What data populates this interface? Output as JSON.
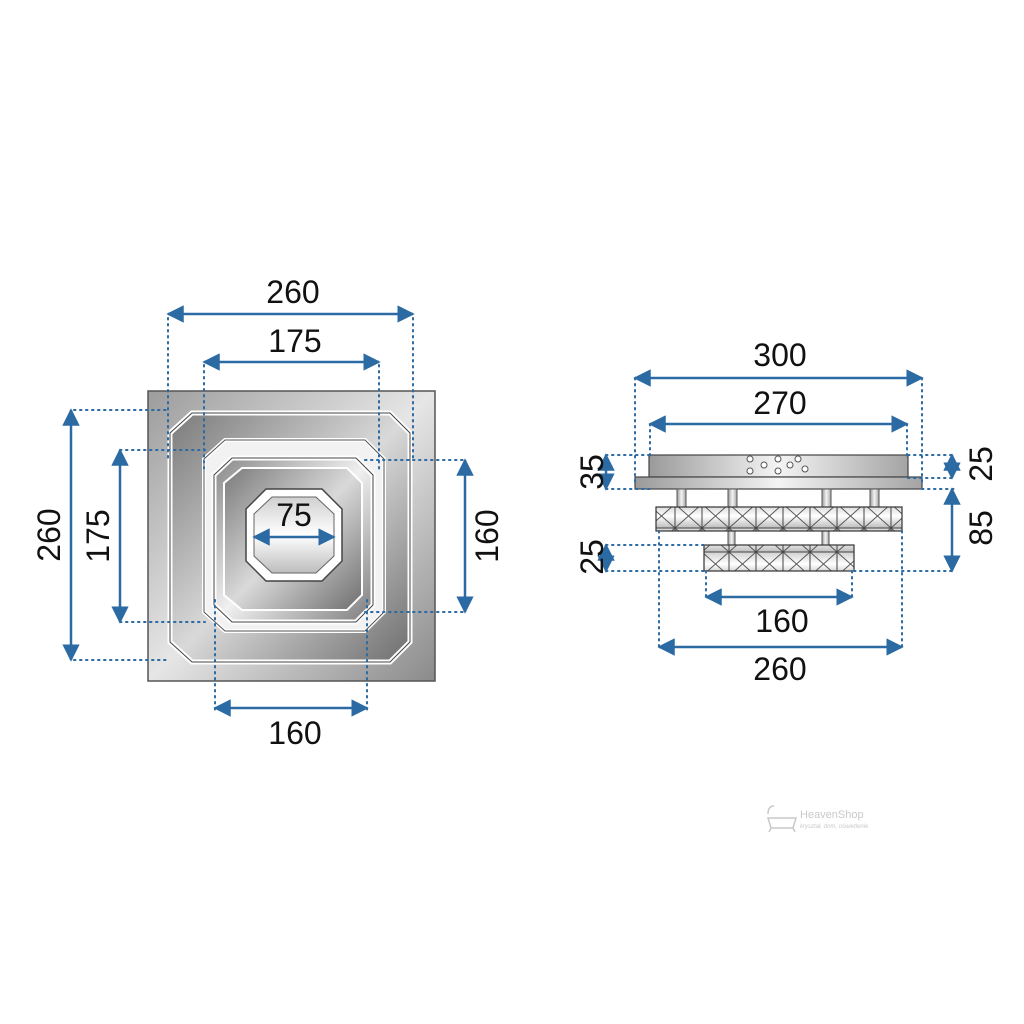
{
  "colors": {
    "dimension_line": "#2b6aa3",
    "label": "#111111",
    "body_gray": "#8a8a8a",
    "watermark": "#c9c9c9"
  },
  "top_view": {
    "width_outer": "260",
    "width_inner": "175",
    "height_outer": "260",
    "height_inner": "175",
    "center": "75",
    "right_height": "160",
    "bottom_width": "160"
  },
  "side_view": {
    "top_width": "300",
    "plate_width": "270",
    "plate_height": "35",
    "right_top_height": "25",
    "right_total_height": "85",
    "crystal_height": "25",
    "lower_width": "160",
    "bottom_width": "260"
  },
  "watermark": {
    "brand": "HeavenShop",
    "tagline": "kryształ, dom, oświetlenie"
  }
}
